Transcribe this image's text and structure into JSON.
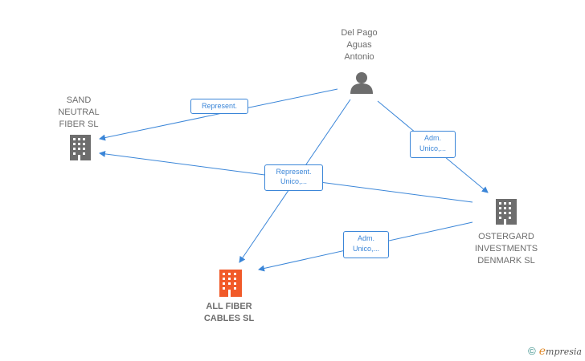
{
  "nodes": {
    "person": {
      "lines": [
        "Del Pago",
        "Aguas",
        "Antonio"
      ],
      "type": "person"
    },
    "sand": {
      "lines": [
        "SAND",
        "NEUTRAL",
        "FIBER  SL"
      ],
      "type": "company"
    },
    "ostergard": {
      "lines": [
        "OSTERGARD",
        "INVESTMENTS",
        "DENMARK  SL"
      ],
      "type": "company"
    },
    "allfiber": {
      "lines": [
        "ALL FIBER",
        "CABLES  SL"
      ],
      "type": "company-focus"
    }
  },
  "edges": {
    "person_sand": {
      "lines": [
        "Represent."
      ]
    },
    "person_ostergard": {
      "lines": [
        "Adm.",
        "Unico,..."
      ]
    },
    "center": {
      "lines": [
        "Represent.",
        "Unico,..."
      ]
    },
    "ostergard_allfiber": {
      "lines": [
        "Adm.",
        "Unico,..."
      ]
    }
  },
  "colors": {
    "edge": "#3b86d8",
    "company_icon": "#6d6d6d",
    "focus_icon": "#f15a29"
  },
  "brand": {
    "copyright": "©",
    "initial": "e",
    "rest": "mpresia"
  }
}
